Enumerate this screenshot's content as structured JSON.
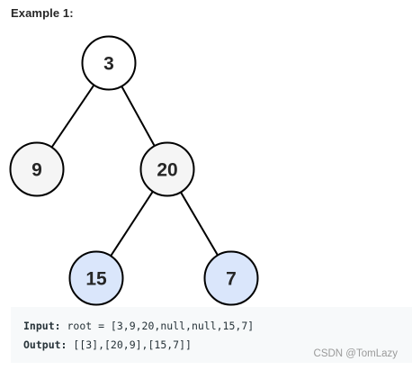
{
  "heading": "Example 1:",
  "tree": {
    "nodes": [
      {
        "id": "n3",
        "label": "3",
        "fill": "#ffffff",
        "label_size": 21
      },
      {
        "id": "n9",
        "label": "9",
        "fill": "#f5f5f5",
        "label_size": 21
      },
      {
        "id": "n20",
        "label": "20",
        "fill": "#f5f5f5",
        "label_size": 21
      },
      {
        "id": "n15",
        "label": "15",
        "fill": "#dae6fb",
        "label_size": 21
      },
      {
        "id": "n7",
        "label": "7",
        "fill": "#dae6fb",
        "label_size": 21
      }
    ],
    "edges": [
      {
        "from": "n3",
        "to": "n9"
      },
      {
        "from": "n3",
        "to": "n20"
      },
      {
        "from": "n20",
        "to": "n15"
      },
      {
        "from": "n20",
        "to": "n7"
      }
    ],
    "stroke_color": "#000000"
  },
  "example": {
    "input_label": "Input:",
    "input_value": " root = [3,9,20,null,null,15,7]",
    "output_label": "Output:",
    "output_value": " [[3],[20,9],[15,7]]"
  },
  "watermark": "CSDN @TomLazy"
}
